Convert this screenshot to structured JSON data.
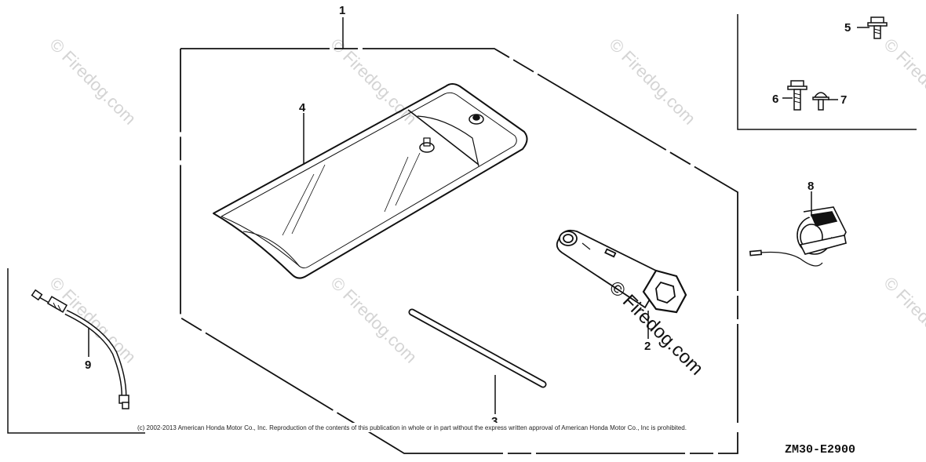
{
  "diagram": {
    "callouts": {
      "c1": "1",
      "c2": "2",
      "c3": "3",
      "c4": "4",
      "c5": "5",
      "c6": "6",
      "c7": "7",
      "c8": "8",
      "c9": "9"
    },
    "part_code": "ZM30-E2900",
    "copyright": "(c) 2002-2013 American Honda Motor Co., Inc. Reproduction of the contents of this publication in whole or in part without the express written approval of American Honda Motor Co., Inc is prohibited.",
    "watermark": "© Firedog.com"
  }
}
